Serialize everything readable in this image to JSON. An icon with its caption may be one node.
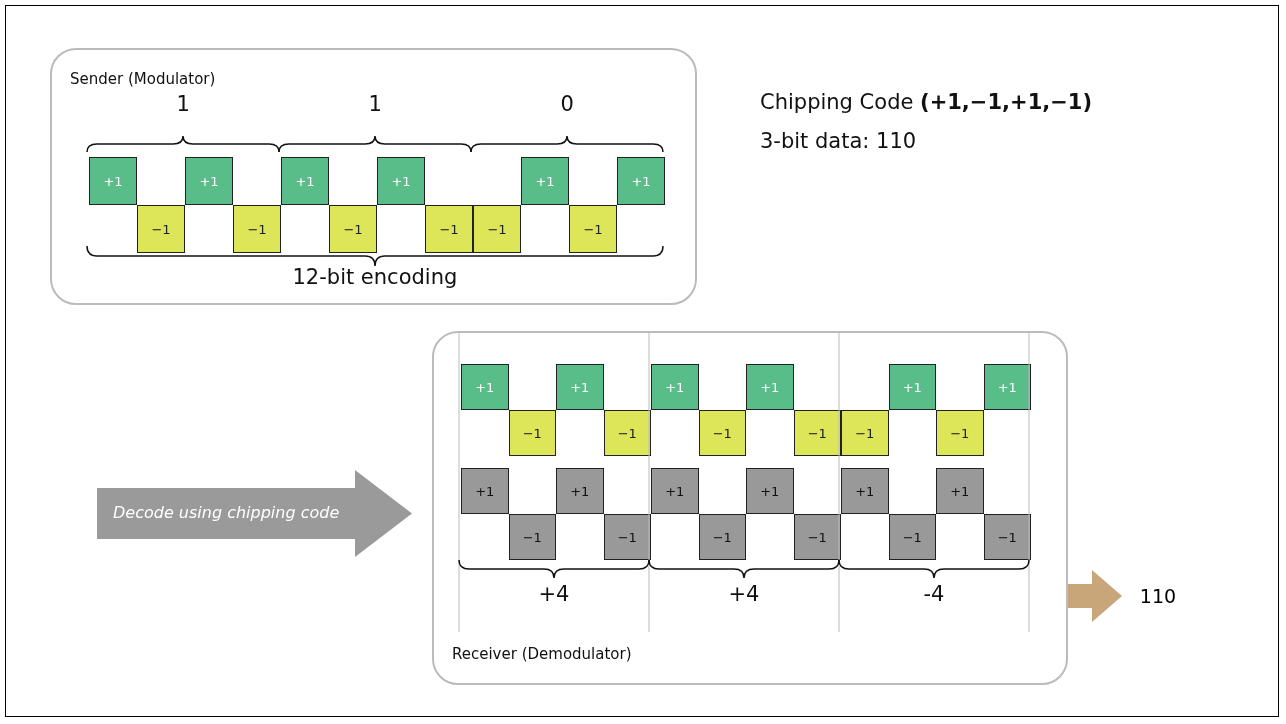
{
  "diagram": {
    "nodes": [
      {
        "text": [
          "Sender (Modulator)"
        ]
      },
      {
        "text": [
          "+1"
        ],
        "in": 0
      },
      {
        "text": [
          "−1"
        ],
        "in": 0
      },
      {
        "text": [
          "+1"
        ],
        "in": 0
      },
      {
        "text": [
          "−1"
        ],
        "in": 0
      },
      {
        "text": [
          "+1"
        ],
        "in": 0
      },
      {
        "text": [
          "−1"
        ],
        "in": 0
      },
      {
        "text": [
          "+1"
        ],
        "in": 0
      },
      {
        "text": [
          "−1"
        ],
        "in": 0
      },
      {
        "text": [
          "−1"
        ],
        "in": 0
      },
      {
        "text": [
          "+1"
        ],
        "in": 0
      },
      {
        "text": [
          "−1"
        ],
        "in": 0
      },
      {
        "text": [
          "+1"
        ],
        "in": 0
      },
      {
        "text": [
          "Receiver (Demodulator)"
        ]
      },
      {
        "text": [
          "+1"
        ],
        "in": 13
      },
      {
        "text": [
          "−1"
        ],
        "in": 13
      },
      {
        "text": [
          "+1"
        ],
        "in": 13
      },
      {
        "text": [
          "−1"
        ],
        "in": 13
      },
      {
        "text": [
          "+1"
        ],
        "in": 13
      },
      {
        "text": [
          "−1"
        ],
        "in": 13
      },
      {
        "text": [
          "+1"
        ],
        "in": 13
      },
      {
        "text": [
          "−1"
        ],
        "in": 13
      },
      {
        "text": [
          "−1"
        ],
        "in": 13
      },
      {
        "text": [
          "+1"
        ],
        "in": 13
      },
      {
        "text": [
          "−1"
        ],
        "in": 13
      },
      {
        "text": [
          "+1"
        ],
        "in": 13
      },
      {
        "text": [
          "+1"
        ],
        "in": 13
      },
      {
        "text": [
          "−1"
        ],
        "in": 13
      },
      {
        "text": [
          "+1"
        ],
        "in": 13
      },
      {
        "text": [
          "−1"
        ],
        "in": 13
      },
      {
        "text": [
          "+1"
        ],
        "in": 13
      },
      {
        "text": [
          "−1"
        ],
        "in": 13
      },
      {
        "text": [
          "+1"
        ],
        "in": 13
      },
      {
        "text": [
          "−1"
        ],
        "in": 13
      },
      {
        "text": [
          "+1"
        ],
        "in": 13
      },
      {
        "text": [
          "−1"
        ],
        "in": 13
      },
      {
        "text": [
          "+1"
        ],
        "in": 13
      },
      {
        "text": [
          "−1"
        ],
        "in": 13
      },
      {
        "text": [
          "Decode using chipping code"
        ]
      },
      {
        "text": [
          "110"
        ]
      }
    ],
    "edges": [
      {
        "from": 13,
        "to": 39,
        "arrow": "to",
        "color": "#c9a57a"
      }
    ],
    "labels": [
      "1",
      "1",
      "0",
      "12-bit encoding",
      "Chipping Code **(+1,−1,+1,−1)**",
      "3-bit data: 110",
      "+4",
      "+4",
      "-4"
    ]
  }
}
